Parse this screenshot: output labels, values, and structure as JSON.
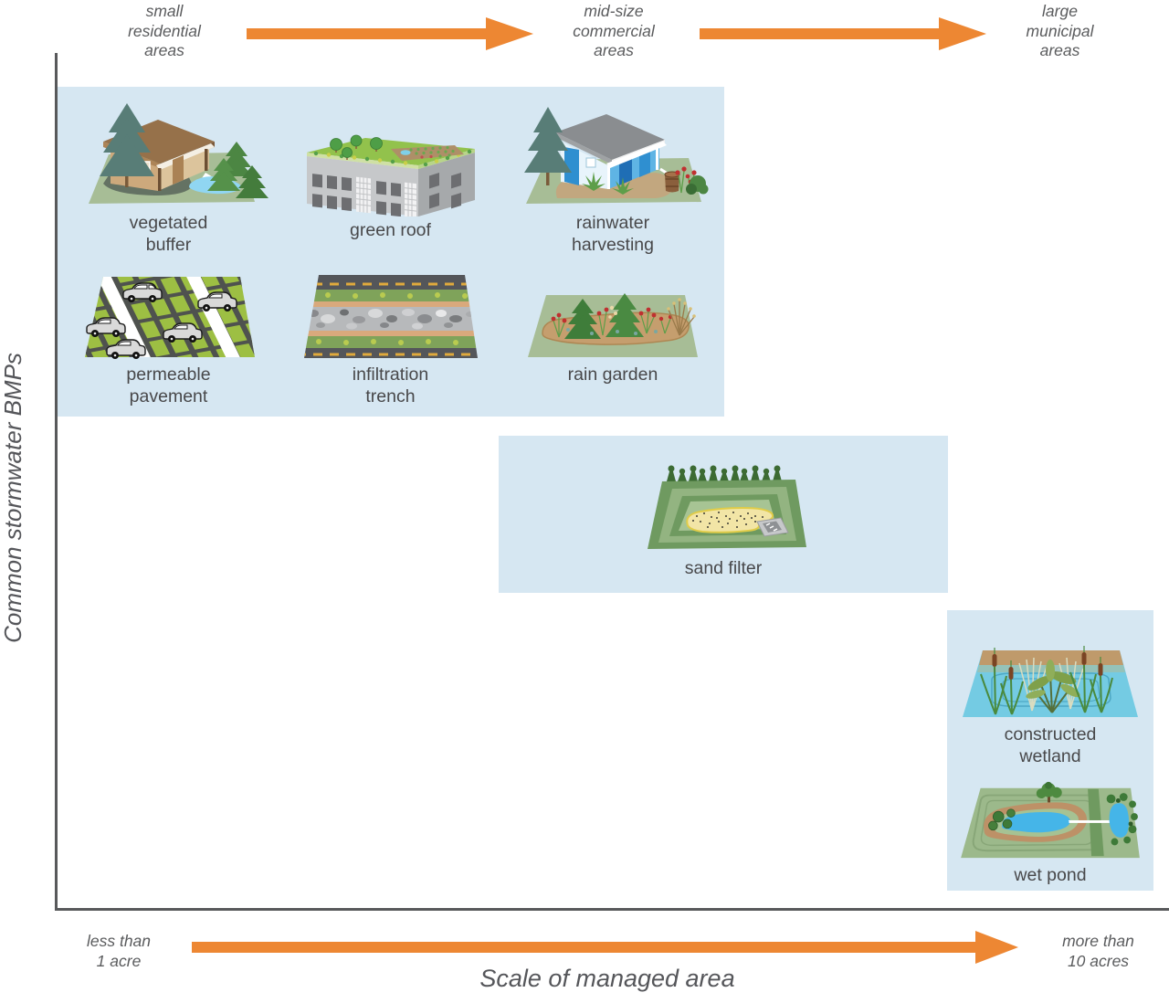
{
  "y_axis_title": "Common stormwater BMPs",
  "x_axis_title": "Scale of managed area",
  "x_axis_min": "less than\n1 acre",
  "x_axis_max": "more than\n10 acres",
  "top_scale": {
    "small": "small\nresidential\nareas",
    "mid": "mid-size\ncommercial\nareas",
    "large": "large\nmunicipal\nareas"
  },
  "bmp_labels": {
    "vegetated_buffer": "vegetated\nbuffer",
    "green_roof": "green roof",
    "rainwater_harvesting": "rainwater\nharvesting",
    "permeable_pavement": "permeable\npavement",
    "infiltration_trench": "infiltration\ntrench",
    "rain_garden": "rain garden",
    "sand_filter": "sand filter",
    "constructed_wetland": "constructed\nwetland",
    "wet_pond": "wet pond"
  },
  "icons": {
    "vegetated_buffer": "house-lawn-pond-trees-illustration",
    "green_roof": "building-with-planted-roof-illustration",
    "rainwater_harvesting": "house-with-rain-barrel-illustration",
    "permeable_pavement": "grid-paved-parking-lot-with-cars-illustration",
    "infiltration_trench": "roadside-gravel-trench-illustration",
    "rain_garden": "planted-garden-bed-illustration",
    "sand_filter": "terraced-basin-with-sand-bed-illustration",
    "constructed_wetland": "cattail-marsh-illustration",
    "wet_pond": "aerial-pond-with-trees-illustration"
  },
  "colors": {
    "panel_blue": "#d6e7f2",
    "arrow_orange": "#ed8733",
    "axis_gray": "#58595b",
    "note_gray": "#5a5b5d",
    "label_dark": "#48484a"
  }
}
